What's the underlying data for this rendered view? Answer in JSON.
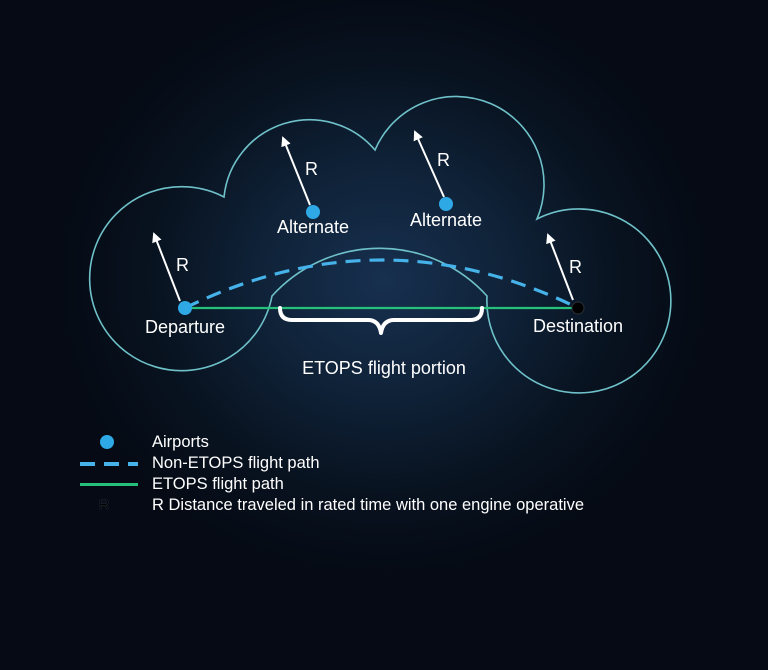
{
  "colors": {
    "airport": "#2ea9e6",
    "boundary": "#6fc1c9",
    "non_etops_path": "#46b2ea",
    "etops_path": "#25c07a",
    "text": "#ffffff",
    "background": "#050a14"
  },
  "diagram": {
    "airports": {
      "departure": "Departure",
      "alternate_1": "Alternate",
      "alternate_2": "Alternate",
      "destination": "Destination"
    },
    "radius_label": "R",
    "etops_portion_label": "ETOPS flight portion"
  },
  "legend": {
    "items": [
      {
        "symbol": "airport-dot",
        "label": "Airports"
      },
      {
        "symbol": "dashed-line",
        "label": "Non-ETOPS flight path"
      },
      {
        "symbol": "solid-line",
        "label": "ETOPS flight path"
      },
      {
        "symbol": "R",
        "label": "R Distance traveled in rated time with one engine operative"
      }
    ]
  }
}
